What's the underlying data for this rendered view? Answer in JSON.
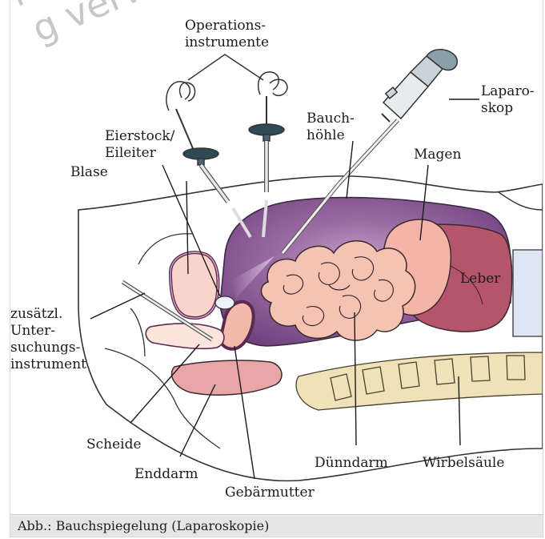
{
  "watermark": [
    "n darf",
    "g verwend"
  ],
  "labels": {
    "operationsinstrumente": [
      "Operations-",
      "instrumente"
    ],
    "laparoskop": [
      "Laparo-",
      "skop"
    ],
    "bauchhoehle": [
      "Bauch-",
      "höhle"
    ],
    "eierstock": [
      "Eierstock/",
      "Eileiter"
    ],
    "magen": "Magen",
    "blase": "Blase",
    "leber": "Leber",
    "untersuchungsinstrument": [
      "zusätzl.",
      "Unter-",
      "suchungs-",
      "instrument"
    ],
    "scheide": "Scheide",
    "enddarm": "Enddarm",
    "gebaermutter": "Gebärmutter",
    "duenndarm": "Dünndarm",
    "wirbelsaeule": "Wirbelsäule"
  },
  "caption": "Abb.: Bauchspiegelung (Laparoskopie)",
  "colors": {
    "cavity": "#8a5a94",
    "intestine": "#f6c3b2",
    "liver": "#b4556a",
    "stomach": "#f4b5a6",
    "rectum": "#e9a6a6",
    "spine": "#efe2b8",
    "caption_bg": "#e6e6e6"
  }
}
